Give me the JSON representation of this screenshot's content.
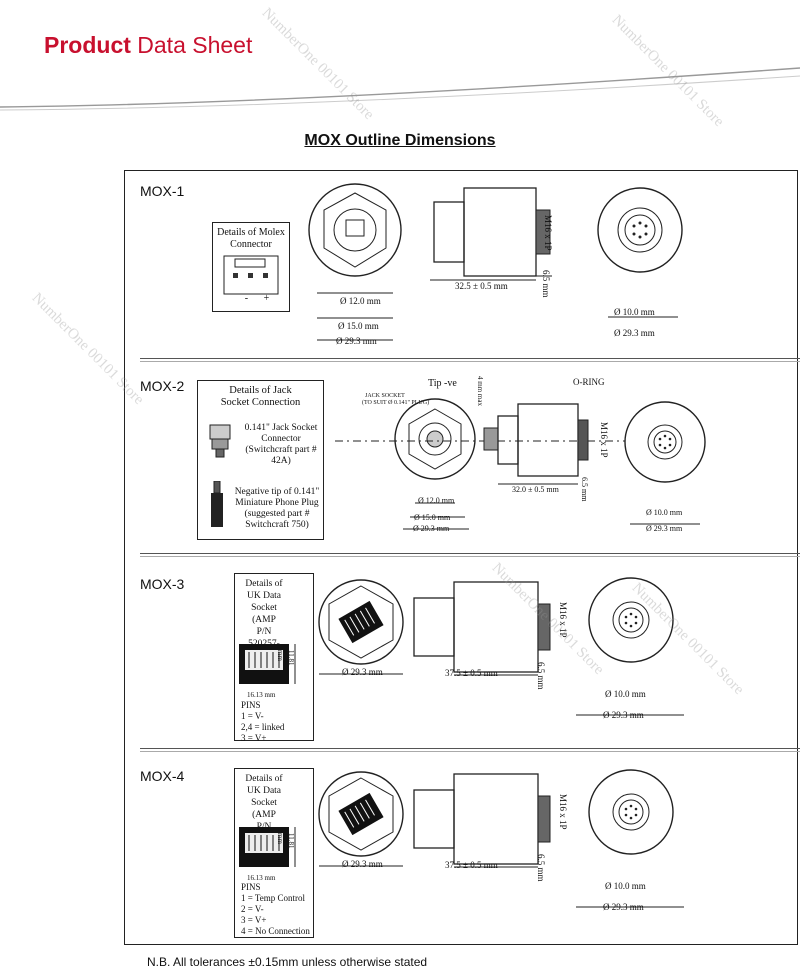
{
  "header": {
    "brand_bold": "Product",
    "brand_rest": "Data Sheet",
    "accent_color": "#c8102e"
  },
  "title": "MOX Outline Dimensions",
  "watermark": "NumberOne 00101 Store",
  "models": [
    {
      "id": "MOX-1",
      "detail_title": "Details of Molex Connector",
      "pin_marks": [
        "-",
        "+"
      ],
      "dims": {
        "d1": "Ø 12.0 mm",
        "d2": "Ø 15.0 mm",
        "d3": "Ø 29.3 mm",
        "len": "32.5 ± 0.5 mm",
        "thread": "M16 x 1P",
        "depth": "6.5 mm",
        "e1": "Ø 10.0 mm",
        "e2": "Ø 29.3 mm"
      }
    },
    {
      "id": "MOX-2",
      "detail_title": "Details of Jack Socket Connection",
      "jack_text": "0.141\" Jack Socket Connector (Switchcraft part # 42A)",
      "plug_text": "Negative tip of 0.141\" Miniature Phone Plug (suggested part # Switchcraft 750)",
      "jack_label": "JACK SOCKET",
      "jack_sub": "(TO SUIT Ø 0.141\" PLUG)",
      "tip": "Tip -ve",
      "max": "4 mm max",
      "oring": "O-RING",
      "dims": {
        "d1": "Ø 12.0 mm",
        "d2": "Ø 15.0 mm",
        "d3": "Ø 29.3 mm",
        "len": "32.0 ± 0.5 mm",
        "thread": "M16 x 1P",
        "depth": "6.5 mm",
        "e1": "Ø 10.0 mm",
        "e2": "Ø 29.3 mm"
      }
    },
    {
      "id": "MOX-3",
      "detail_title": "Details of UK Data Socket (AMP P/N 520257-2)",
      "socket_w": "16.13 mm",
      "socket_h": "11.81 mm",
      "pins_title": "PINS",
      "pins": [
        "1 = V-",
        "2,4 = linked",
        "3 = V+"
      ],
      "dims": {
        "d3": "Ø 29.3 mm",
        "len": "37.5 ± 0.5 mm",
        "thread": "M16 x 1P",
        "depth": "6.5 mm",
        "e1": "Ø 10.0 mm",
        "e2": "Ø 29.3 mm"
      }
    },
    {
      "id": "MOX-4",
      "detail_title": "Details of UK Data Socket (AMP P/N 520257-2)",
      "socket_w": "16.13 mm",
      "socket_h": "11.81 mm",
      "pins_title": "PINS",
      "pins": [
        "1 = Temp Control",
        "2 = V-",
        "3 = V+",
        "4 = No Connection"
      ],
      "dims": {
        "d3": "Ø 29.3 mm",
        "len": "37.5 ± 0.5 mm",
        "thread": "M16 x 1P",
        "depth": "6.5 mm",
        "e1": "Ø 10.0 mm",
        "e2": "Ø 29.3 mm"
      }
    }
  ],
  "note": "N.B. All tolerances ±0.15mm unless otherwise stated"
}
